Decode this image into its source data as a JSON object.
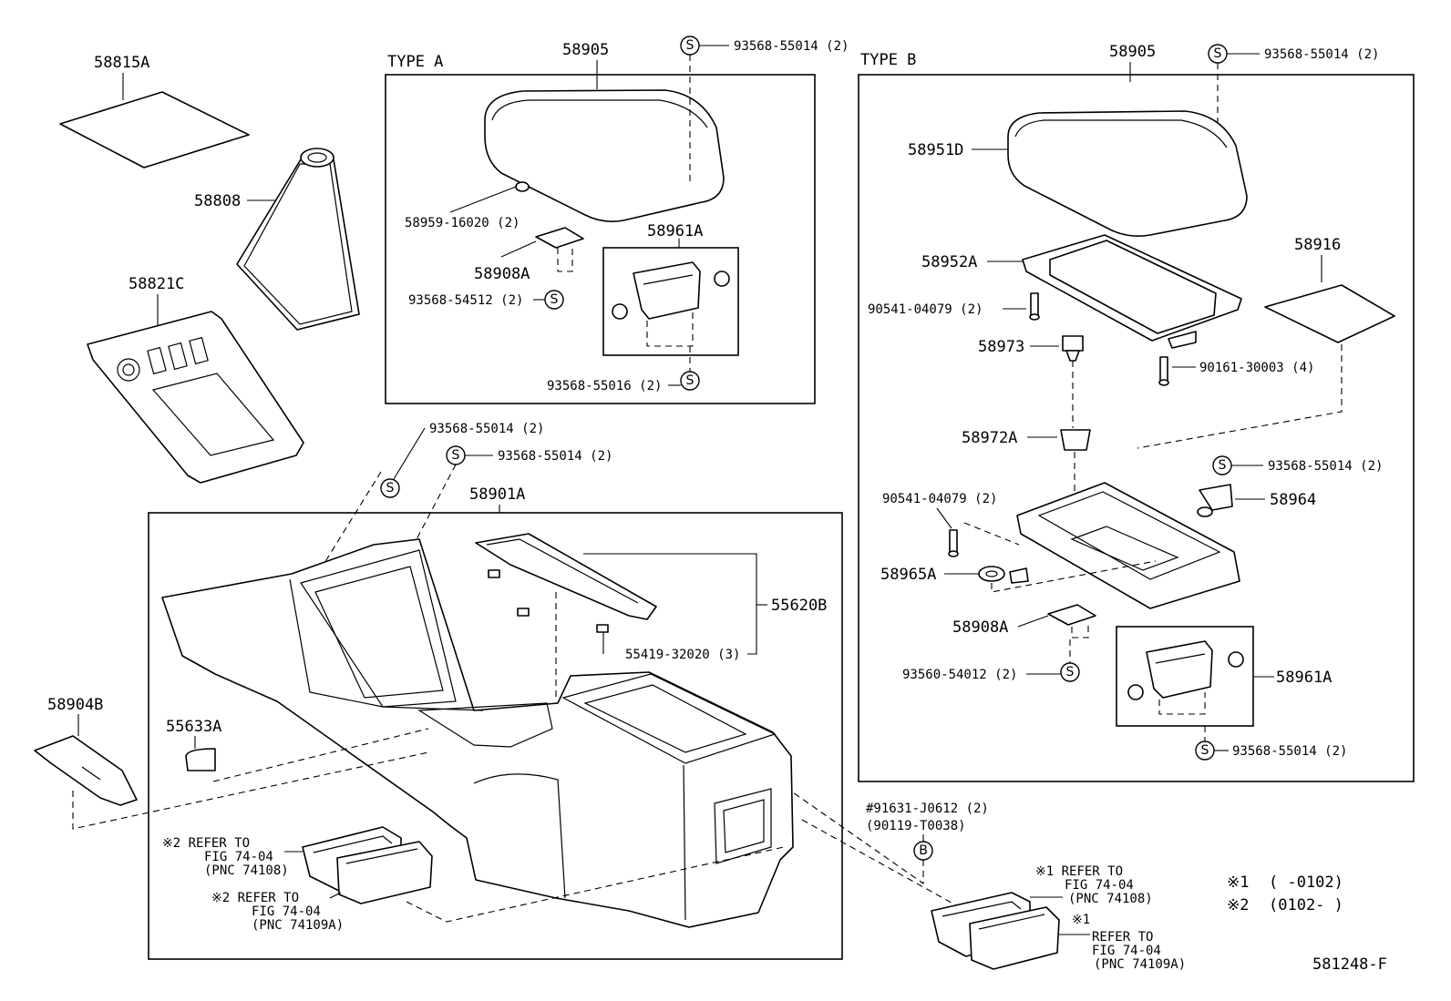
{
  "types": {
    "a": "TYPE A",
    "b": "TYPE B"
  },
  "symbols": {
    "s": "S",
    "b": "B"
  },
  "parts": {
    "p58815a": "58815A",
    "p58808": "58808",
    "p58821c": "58821C",
    "p58905a": "58905",
    "p58905b": "58905",
    "p58959": "58959-16020 (2)",
    "p58908a_a": "58908A",
    "p58908a_b": "58908A",
    "p58961a_a": "58961A",
    "p58961a_b": "58961A",
    "p58951d": "58951D",
    "p58952a": "58952A",
    "p58916": "58916",
    "p58973": "58973",
    "p58972a": "58972A",
    "p58964": "58964",
    "p58965a": "58965A",
    "p58901a": "58901A",
    "p55620b": "55620B",
    "p55419": "55419-32020 (3)",
    "p58904b": "58904B",
    "p55633a": "55633A",
    "p90541_a": "90541-04079 (2)",
    "p90541_b": "90541-04079 (2)",
    "p90161": "90161-30003 (4)",
    "p93560": "93560-54012 (2)",
    "p93568_54512": "93568-54512 (2)",
    "p93568_55016": "93568-55016 (2)",
    "p93568_55014_a": "93568-55014 (2)",
    "p93568_55014_b": "93568-55014 (2)",
    "p93568_55014_c": "93568-55014 (2)",
    "p93568_55014_d": "93568-55014 (2)",
    "p93568_55014_e": "93568-55014 (2)",
    "p93568_55014_f": "93568-55014 (2)",
    "p91631": "#91631-J0612 (2)",
    "p90119": "(90119-T0038)"
  },
  "refs": {
    "r1": [
      "※2 REFER TO",
      "FIG 74-04",
      "(PNC 74108)"
    ],
    "r2": [
      "※2 REFER TO",
      "FIG 74-04",
      "(PNC 74109A)"
    ],
    "r3": [
      "※1 REFER TO",
      "FIG 74-04",
      "(PNC 74108)"
    ],
    "r4": [
      "※1",
      "REFER TO",
      "FIG 74-04",
      "(PNC 74109A)"
    ]
  },
  "legend": {
    "l1_mark": "※1",
    "l1_range": "(      -0102)",
    "l2_mark": "※2",
    "l2_range": "(0102-      )"
  },
  "footer": {
    "code": "581248-F"
  }
}
